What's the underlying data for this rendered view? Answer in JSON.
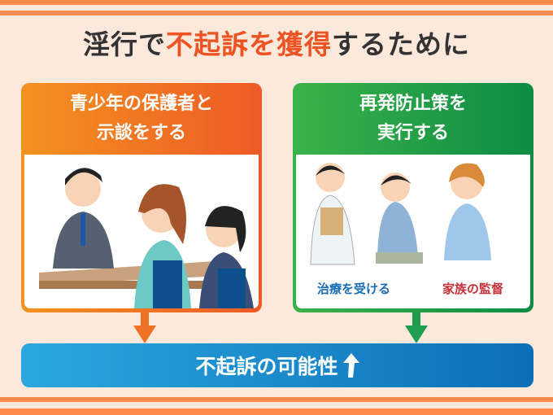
{
  "title": {
    "pre": "淫行で",
    "highlight": "不起訴を獲得",
    "post": "するために"
  },
  "left_box": {
    "line1": "青少年の保護者と",
    "line2": "示談をする"
  },
  "right_box": {
    "line1": "再発防止策を",
    "line2": "実行する",
    "caption_treatment": "治療を受ける",
    "caption_supervision": "家族の監督"
  },
  "result": {
    "label": "不起訴の可能性"
  },
  "colors": {
    "orange": "#ee5a25",
    "green": "#1a9a48",
    "blue": "#1a8ad0",
    "treatment": "#1a6db5",
    "supervision": "#c8303a"
  }
}
